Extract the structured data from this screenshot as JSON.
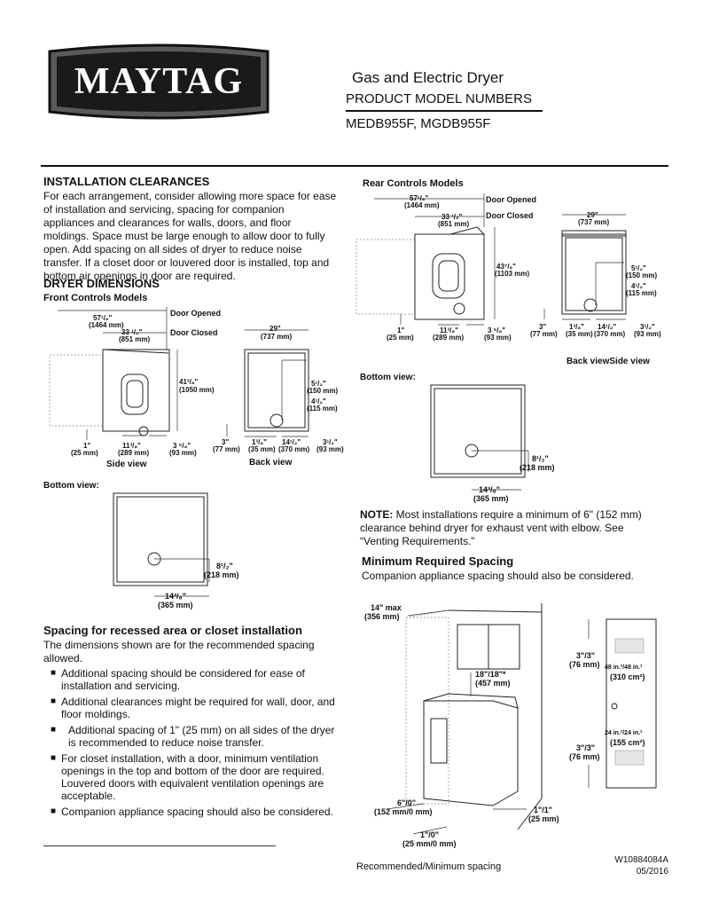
{
  "header": {
    "brand": "MAYTAG",
    "title": "Gas and Electric Dryer",
    "subtitle": "PRODUCT MODEL NUMBERS",
    "models": "MEDB955F, MGDB955F"
  },
  "clearances": {
    "heading": "INSTALLATION CLEARANCES",
    "body": "For each arrangement, consider allowing more space for ease of installation and servicing, spacing for companion appliances and clearances for walls, doors, and floor moldings. Space must be large enough to allow door to fully open. Add spacing on all sides of dryer to reduce noise transfer. If a closet door or louvered door is installed, top and bottom air openings in door are required."
  },
  "dimensions": {
    "heading": "DRYER DIMENSIONS",
    "front_heading": "Front Controls Models",
    "rear_heading": "Rear Controls Models",
    "side_view": "Side view",
    "back_view": "Back view",
    "bottom_view": "Bottom view:",
    "back_side_view": "Back viewSide view",
    "front": {
      "door_opened": "Door Opened",
      "door_closed": "Door Closed",
      "width_open": "57¹/₈\"",
      "width_open_mm": "(1464 mm)",
      "depth_closed": "33 ¹/₂\"",
      "depth_closed_mm": "(851 mm)",
      "height": "41³/₈\"",
      "height_mm": "(1050 mm)",
      "foot": "1\"",
      "foot_mm": "(25 mm)",
      "back_depth": "11³/₈\"",
      "back_depth_mm": "(289 mm)",
      "offset": "3 ⁵/₈\"",
      "offset_mm": "(93 mm)",
      "back_width": "29\"",
      "back_width_mm": "(737 mm)",
      "vent_top": "5¹/₂\"",
      "vent_top_mm": "(150 mm)",
      "vent_mid": "4¹/₂\"",
      "vent_mid_mm": "(115 mm)",
      "b1": "3\"",
      "b1_mm": "(77 mm)",
      "b2": "1³/₈\"",
      "b2_mm": "(35 mm)",
      "b3": "14¹/₂\"",
      "b3_mm": "(370 mm)",
      "b4": "3¹/₂\"",
      "b4_mm": "(93 mm)",
      "bottom_side": "8¹/₂\"",
      "bottom_side_mm": "(218 mm)",
      "bottom_front": "14³/₈\"",
      "bottom_front_mm": "(365 mm)"
    },
    "rear": {
      "height": "43⁷/₈\"",
      "height_mm": "(1103 mm)",
      "offset": "3 ⁵/₈\""
    }
  },
  "note": {
    "label": "NOTE:",
    "text": " Most installations require a minimum of 6\" (152 mm) clearance behind dryer for exhaust vent with elbow. See “Venting Requirements.”"
  },
  "recessed": {
    "heading": "Spacing for recessed area or closet installation",
    "intro": "The dimensions shown are for the recommended spacing allowed.",
    "bullets": [
      "Additional spacing should be considered for ease of installation and servicing.",
      "Additional clearances might be required for wall, door, and floor moldings.",
      "Additional spacing of 1\" (25 mm) on all sides of the dryer is recommended to reduce noise transfer.",
      "For closet installation, with a door, minimum ventilation openings in the top and bottom of the door are required. Louvered doors with equivalent ventilation openings are acceptable.",
      "Companion appliance spacing should also be considered."
    ]
  },
  "min_spacing": {
    "heading": "Minimum Required Spacing",
    "intro": "Companion appliance spacing should also be considered.",
    "top_gap": "14\" max",
    "top_gap_mm": "(356 mm)",
    "shelf": "18\"/18\"*",
    "shelf_mm": "(457 mm)",
    "rear": "6\"/0\"",
    "rear_mm": "(152 mm/0 mm)",
    "side": "1\"/1\"",
    "side_mm": "(25 mm)",
    "bottom": "1\"/0\"",
    "bottom_mm": "(25 mm/0 mm)",
    "door_top": "3\"/3\"",
    "door_top_mm": "(76 mm)",
    "door_bottom": "3\"/3\"",
    "door_bottom_mm": "(76 mm)",
    "vent_top": "48 in.²/48 in.²",
    "vent_top_mm": "(310 cm²)",
    "vent_bottom": "24 in.²/24 in.²",
    "vent_bottom_mm": "(155 cm²)",
    "caption": "Recommended/Minimum spacing"
  },
  "footer": {
    "code": "W10884084A",
    "date": "05/2016"
  }
}
